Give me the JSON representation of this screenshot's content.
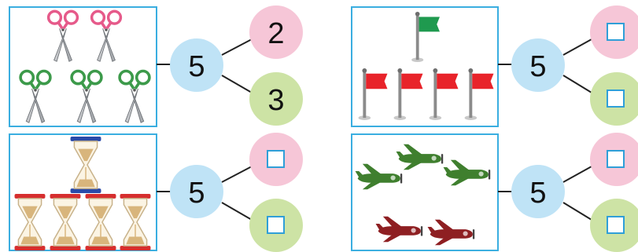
{
  "exercises": [
    {
      "picture": "scissors",
      "icon_name": "scissors-icon",
      "total": "5",
      "parts": [
        "2",
        "3"
      ],
      "top_colors": [
        "#e65a8a",
        "#e65a8a"
      ],
      "bottom_colors": [
        "#3c9a4a",
        "#3c9a4a",
        "#3c9a4a"
      ]
    },
    {
      "picture": "flags",
      "icon_name": "flag-icon",
      "total": "5",
      "parts": [
        "",
        ""
      ],
      "top_colors": [
        "#1f9a4f"
      ],
      "bottom_colors": [
        "#e8232a",
        "#e8232a",
        "#e8232a",
        "#e8232a"
      ]
    },
    {
      "picture": "hourglasses",
      "icon_name": "hourglass-icon",
      "total": "5",
      "parts": [
        "",
        ""
      ],
      "top_colors": [
        "#2a4aa8"
      ],
      "bottom_colors": [
        "#d62e2e",
        "#d62e2e",
        "#d62e2e",
        "#d62e2e"
      ]
    },
    {
      "picture": "airplanes",
      "icon_name": "airplane-icon",
      "total": "5",
      "parts": [
        "",
        ""
      ],
      "top_colors": [
        "#3f7f2e",
        "#3f7f2e",
        "#3f7f2e"
      ],
      "bottom_colors": [
        "#8e1f22",
        "#8e1f22"
      ]
    }
  ],
  "colors": {
    "frame": "#3aaee0",
    "total_circle": "#bfe3f6",
    "part_top_circle": "#f6c6d7",
    "part_bottom_circle": "#cde3a5",
    "answer_box": "#2f9fd8"
  }
}
